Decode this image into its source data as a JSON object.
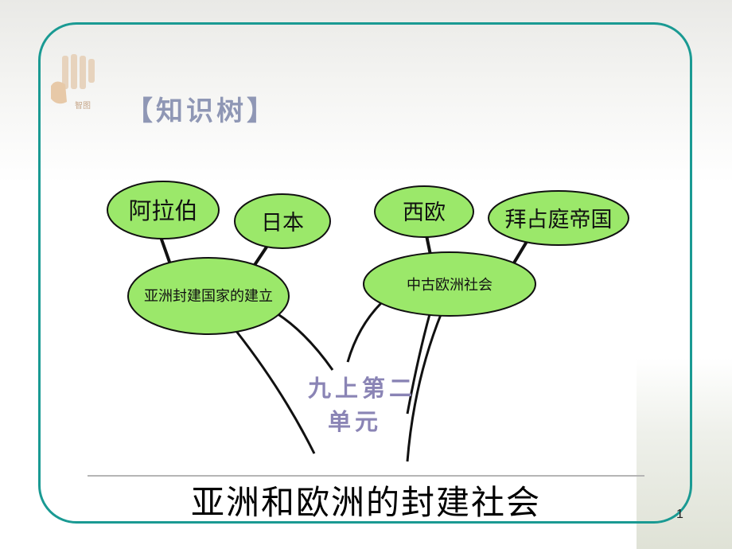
{
  "heading": "【知识树】",
  "logo_caption": "智图",
  "trunk_label": {
    "line1": "九上第二",
    "line2": "单元"
  },
  "branches": {
    "left": {
      "label": "亚洲封建国家的建立",
      "leaves": [
        "阿拉伯",
        "日本"
      ]
    },
    "right": {
      "label": "中古欧洲社会",
      "leaves": [
        "西欧",
        "拜占庭帝国"
      ]
    }
  },
  "bottom_title": "亚洲和欧洲的封建社会",
  "page_number": "1",
  "colors": {
    "frame": "#1a9a93",
    "node_fill": "#9be86a",
    "node_stroke": "#111111",
    "heading": "#8f97b5",
    "trunk_text": "#8a84b5"
  }
}
